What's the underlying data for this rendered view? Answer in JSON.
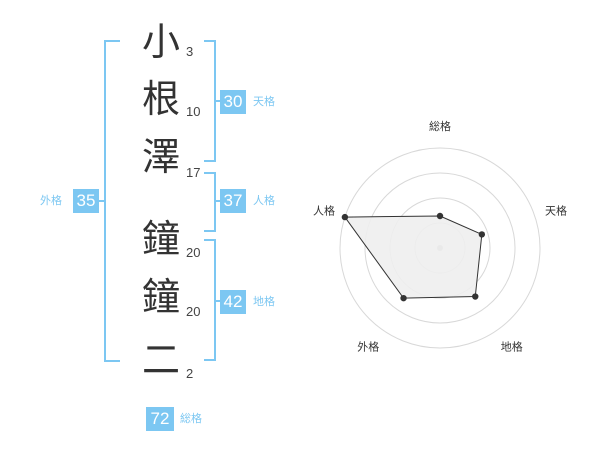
{
  "name_characters": [
    {
      "char": "小",
      "strokes": "3"
    },
    {
      "char": "根",
      "strokes": "10"
    },
    {
      "char": "澤",
      "strokes": "17"
    },
    {
      "char": "鐘",
      "strokes": "20"
    },
    {
      "char": "鐘",
      "strokes": "20"
    },
    {
      "char": "二",
      "strokes": "2"
    }
  ],
  "fortune": {
    "tenkaku": {
      "value": "30",
      "label": "天格"
    },
    "jinkaku": {
      "value": "37",
      "label": "人格"
    },
    "chikaku": {
      "value": "42",
      "label": "地格"
    },
    "gaikaku": {
      "value": "35",
      "label": "外格"
    },
    "soukaku": {
      "value": "72",
      "label": "総格"
    }
  },
  "chart_data": {
    "type": "radar",
    "axes": [
      "総格",
      "天格",
      "地格",
      "外格",
      "人格"
    ],
    "values": [
      0.32,
      0.44,
      0.6,
      0.62,
      1.0
    ],
    "rings": 4,
    "colors": {
      "fill": "#eeeeee",
      "line": "#333333",
      "grid": "#d8d8d8",
      "center": "#bbbbbb",
      "accent": "#7cc7f2"
    }
  }
}
